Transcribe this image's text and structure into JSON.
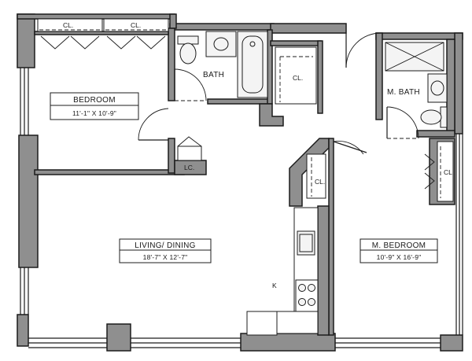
{
  "colors": {
    "wall": "#8f8f8f",
    "wall_stroke": "#1c1c1c",
    "line": "#1c1c1c",
    "fixture_fill": "#f4f4f4",
    "label_box": "#ffffff"
  },
  "rooms": {
    "bedroom": {
      "name": "BEDROOM",
      "dims": "11'-1\" X 10'-9\""
    },
    "living": {
      "name": "LIVING/ DINING",
      "dims": "18'-7\" X 12'-7\""
    },
    "master_bedroom": {
      "name": "M. BEDROOM",
      "dims": "10'-9\" X 16'-9\""
    },
    "bath": {
      "name": "BATH"
    },
    "master_bath": {
      "name": "M. BATH"
    }
  },
  "closets": {
    "bedroom_cl_1": "CL.",
    "bedroom_cl_2": "CL.",
    "hall_cl": "CL.",
    "linen_cl": "LC.",
    "kitchen_cl": "CL.",
    "master_cl": "CL."
  },
  "kitchen": {
    "marker": "K"
  }
}
